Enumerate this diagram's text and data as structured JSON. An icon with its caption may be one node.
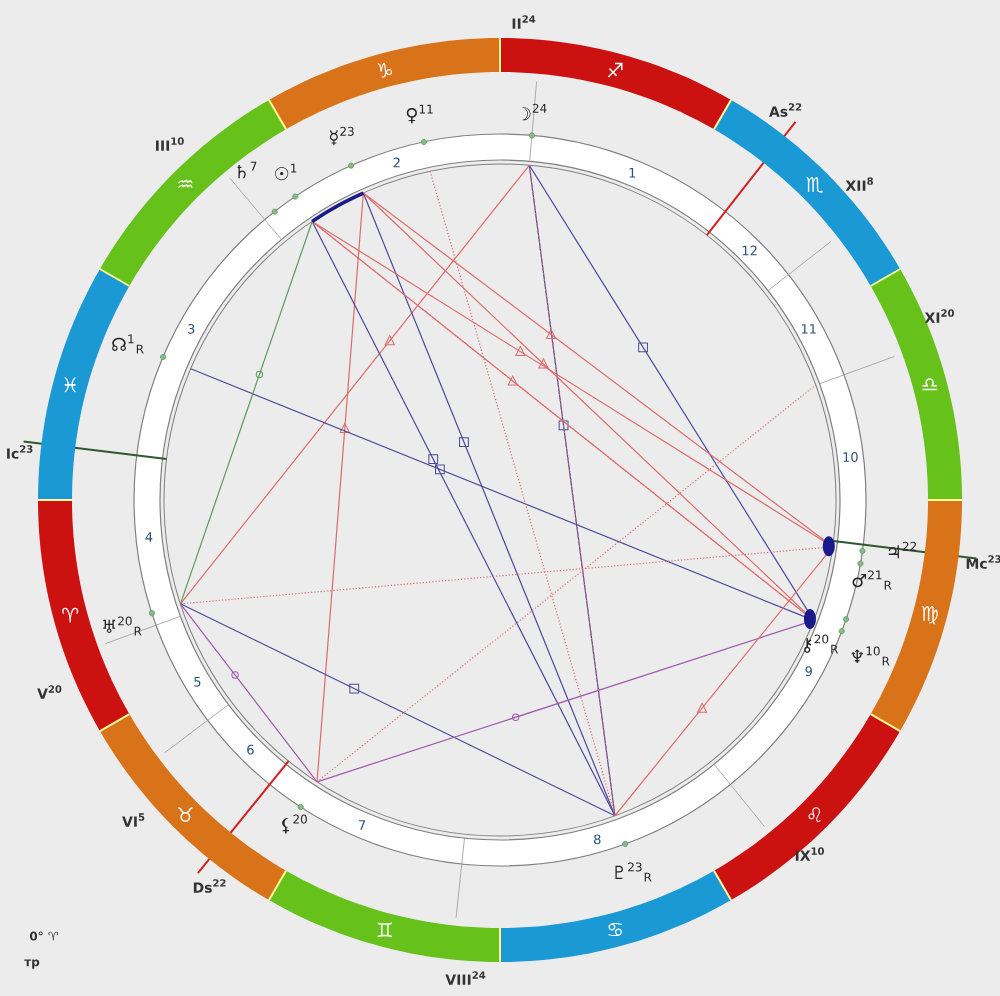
{
  "diagram": {
    "nodes": [
      {
        "text": [
          "♑"
        ]
      },
      {
        "text": [
          "♐"
        ]
      },
      {
        "text": [
          "♏"
        ]
      },
      {
        "text": [
          "♎"
        ]
      },
      {
        "text": [
          "♍"
        ]
      },
      {
        "text": [
          "♌"
        ]
      },
      {
        "text": [
          "♋"
        ]
      },
      {
        "text": [
          "♊"
        ]
      },
      {
        "text": [
          "♉"
        ]
      },
      {
        "text": [
          "♈"
        ]
      },
      {
        "text": [
          "♓"
        ]
      },
      {
        "text": [
          "♒"
        ]
      }
    ],
    "labels": [
      "II$^{24}$",
      "As$^{22}$",
      "XII$^{8}$",
      "XI$^{20}$",
      "Mc$^{23}$",
      "IX$^{10}$",
      "VIII$^{24}$",
      "Ds$^{22}$",
      "VI$^{5}$",
      "V$^{20}$",
      "Ic$^{23}$",
      "III$^{10}$",
      "1",
      "2",
      "3",
      "4",
      "5",
      "6",
      "7",
      "8",
      "9",
      "10",
      "11",
      "12",
      "☽$^{24}$",
      "♀$^{11}$",
      "☿$^{23}$",
      "☉$^{1}$",
      "♄$^{7}$",
      "☊$^{1}$$_{R}$",
      "♅$^{20}$$_{R}$",
      "⚸$^{20}$",
      "♇$^{23}$$_{R}$",
      "⚷$^{20}$$_{R}$",
      "♆$^{10}$$_{R}$",
      "♂$^{21}$$_{R}$",
      "♃$^{22}$",
      "0° ♈",
      "тр"
    ]
  }
}
